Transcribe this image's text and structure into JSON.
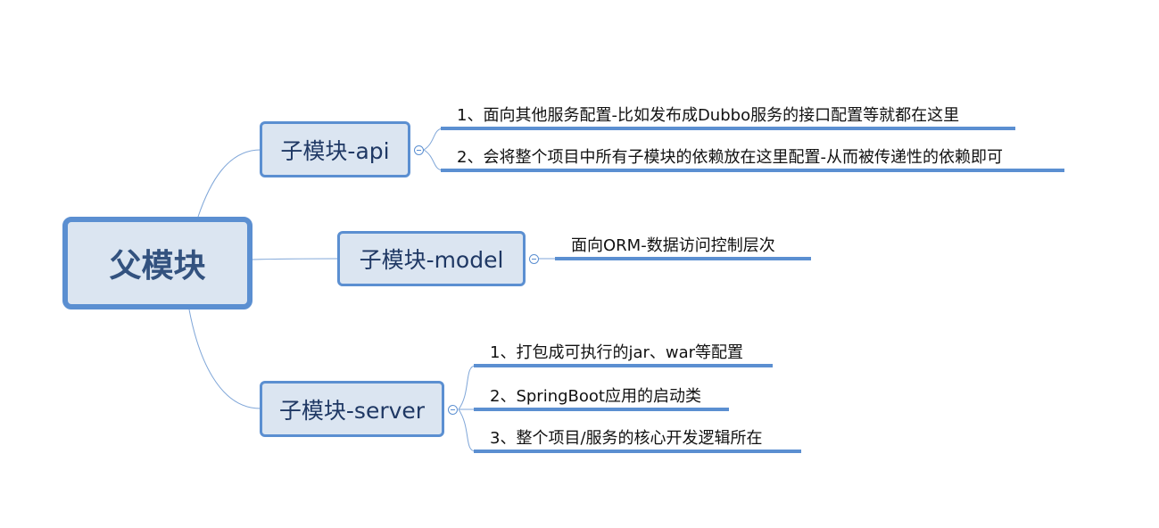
{
  "root": {
    "label": "父模块"
  },
  "children": [
    {
      "label": "子模块-api",
      "items": [
        "1、面向其他服务配置-比如发布成Dubbo服务的接口配置等就都在这里",
        "2、会将整个项目中所有子模块的依赖放在这里配置-从而被传递性的依赖即可"
      ]
    },
    {
      "label": "子模块-model",
      "items": [
        "面向ORM-数据访问控制层次"
      ]
    },
    {
      "label": "子模块-server",
      "items": [
        "1、打包成可执行的jar、war等配置",
        "2、SpringBoot应用的启动类",
        "3、整个项目/服务的核心开发逻辑所在"
      ]
    }
  ],
  "colors": {
    "accent": "#5b8fd1",
    "node_fill": "#dbe5f1",
    "root_text": "#33527f",
    "underline": "#5b8fd1"
  }
}
